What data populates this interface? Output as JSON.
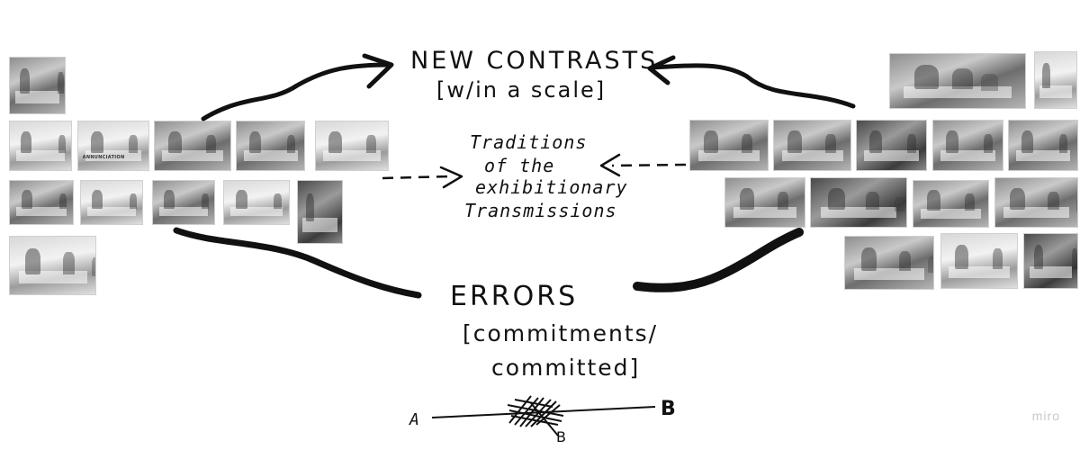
{
  "labels": {
    "new_contrasts": "NEW CONTRASTS",
    "within_scale": "[w/in a scale]",
    "traditions_l1": "Traditions",
    "traditions_l2": "of the",
    "traditions_l3": "exhibitionary",
    "traditions_l4": "Transmissions",
    "errors": "ERRORS",
    "commitments": "[commitments/",
    "committed": "committed]",
    "point_a": "A",
    "point_b_right": "B",
    "point_b_bottom": "B"
  },
  "photo_captions": {
    "annunciation": "ANNUNCIATION"
  },
  "watermark": "miro",
  "colors": {
    "ink": "#111111",
    "background": "#ffffff",
    "watermark": "#c8c8c8"
  }
}
